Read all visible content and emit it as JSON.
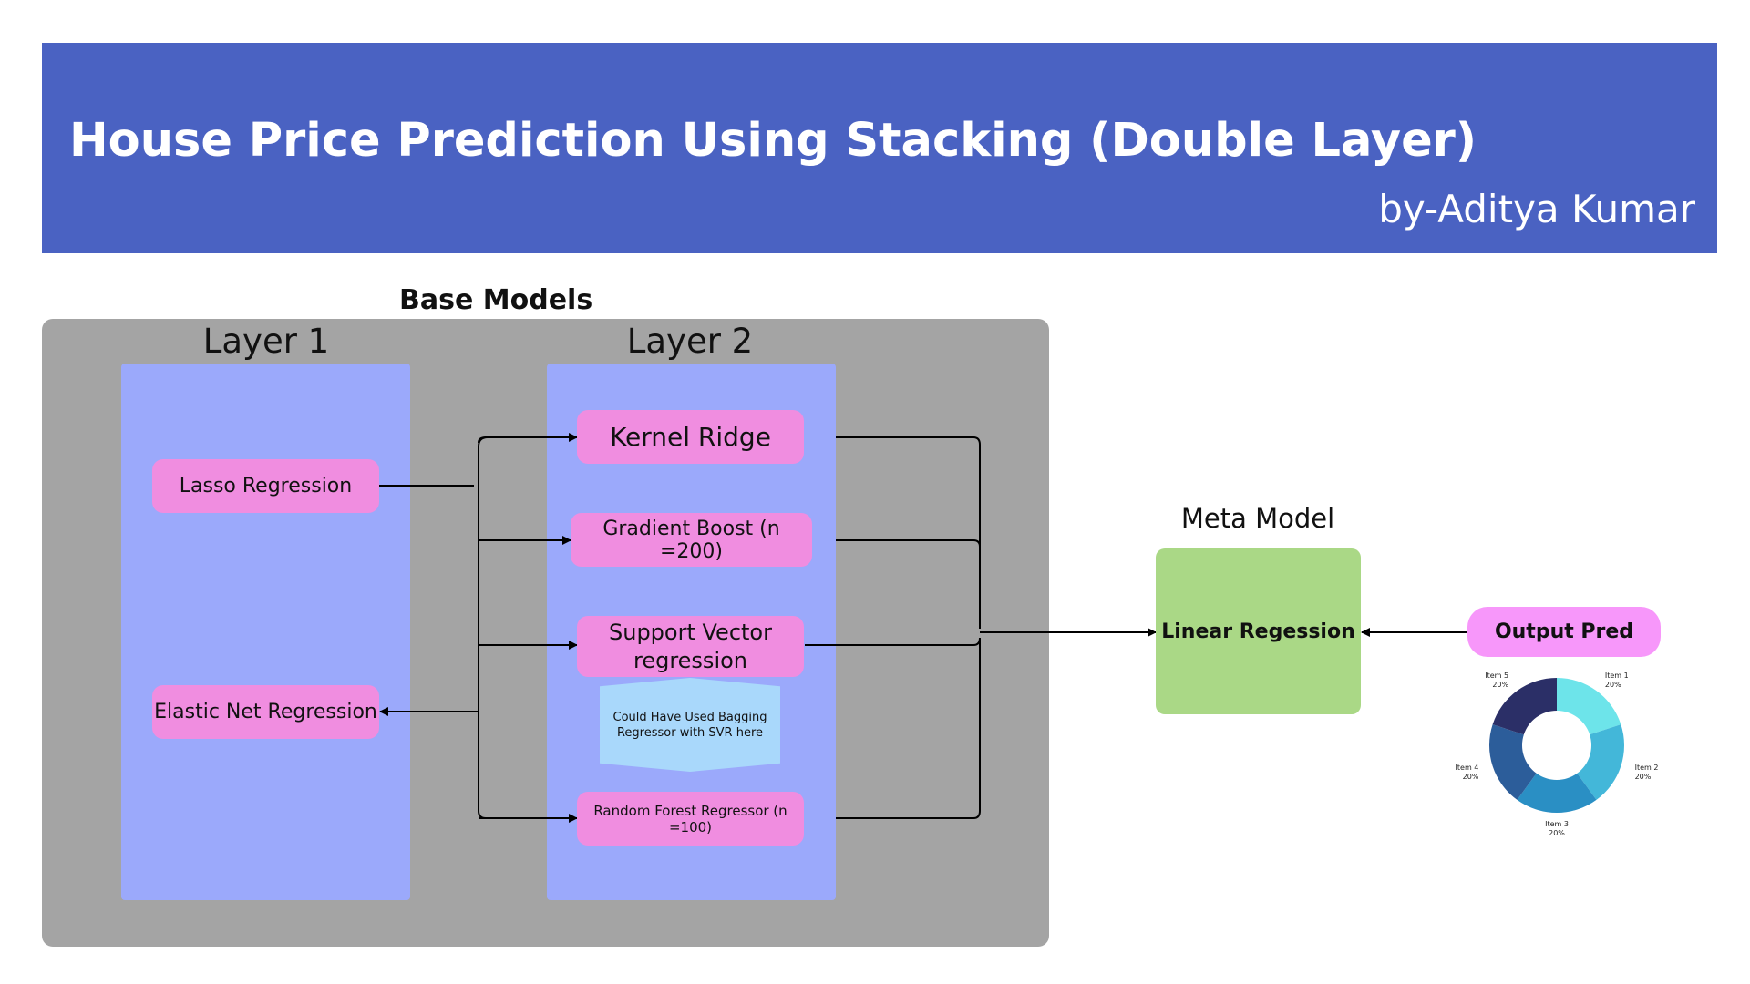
{
  "header": {
    "title": "House Price Prediction Using Stacking (Double Layer)",
    "author": "by-Aditya Kumar",
    "background": "#4a62c2"
  },
  "base_models": {
    "label": "Base Models",
    "layer1": {
      "title": "Layer 1",
      "models": [
        "Lasso Regression",
        "Elastic Net Regression"
      ]
    },
    "layer2": {
      "title": "Layer 2",
      "models": {
        "kernel": "Kernel Ridge",
        "gboost": "Gradient Boost (n =200)",
        "svr_line1": "Support Vector",
        "svr_line2": "regression",
        "rf": "Random Forest Regressor (n =100)"
      },
      "note_line1": "Could Have Used Bagging",
      "note_line2": "Regressor with SVR here"
    }
  },
  "meta_model": {
    "label": "Meta Model",
    "model": "Linear Regession"
  },
  "output": {
    "label": "Output Pred"
  },
  "chart_data": {
    "type": "pie",
    "donut": true,
    "slices": [
      {
        "label": "Item 1",
        "value": 20,
        "pct_label": "20%",
        "color": "#6de4ea"
      },
      {
        "label": "Item 2",
        "value": 20,
        "pct_label": "20%",
        "color": "#43b7d9"
      },
      {
        "label": "Item 3",
        "value": 20,
        "pct_label": "20%",
        "color": "#2a8fc4"
      },
      {
        "label": "Item 4",
        "value": 20,
        "pct_label": "20%",
        "color": "#2c5d9a"
      },
      {
        "label": "Item 5",
        "value": 20,
        "pct_label": "20%",
        "color": "#2b2f67"
      }
    ]
  },
  "colors": {
    "panel": "#a4a4a4",
    "layer_column": "#9ba9fb",
    "model_box": "#f08de0",
    "note": "#a9d8fb",
    "meta_box": "#aad886",
    "output_pill": "#f797fa"
  }
}
